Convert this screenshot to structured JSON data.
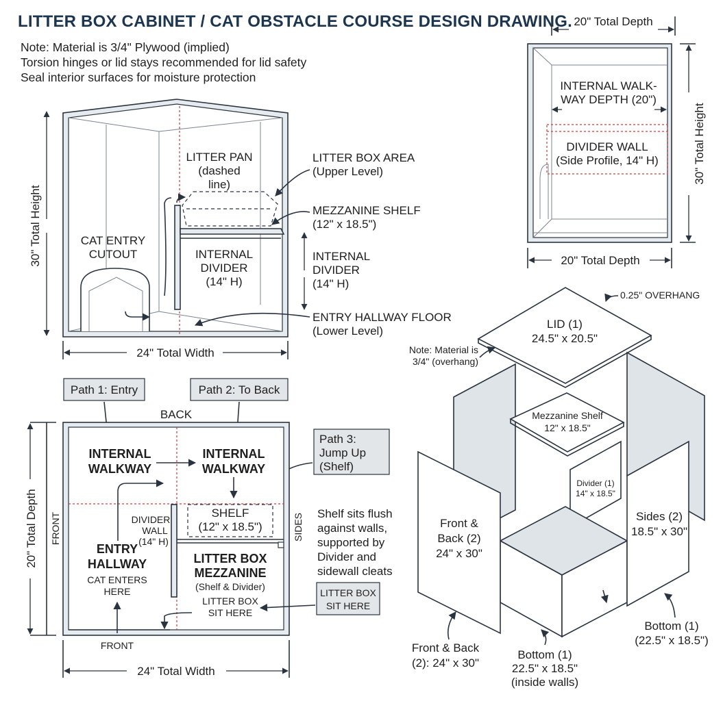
{
  "title": "LITTER BOX CABINET / CAT OBSTACLE COURSE DESIGN DRAWING.",
  "notes": [
    "Note: Material is 3/4\" Plywood (implied)",
    "Torsion hinges or lid stays recommended for lid safety",
    "Seal interior surfaces for moisture protection"
  ],
  "front_view": {
    "height_dim": "30\" Total Height",
    "width_dim": "24\" Total Width",
    "cat_entry_1": "CAT ENTRY",
    "cat_entry_2": "CUTOUT",
    "litter_pan_1": "LITTER PAN",
    "litter_pan_2": "(dashed",
    "litter_pan_3": "line)",
    "internal_divider_1": "INTERNAL",
    "internal_divider_2": "DIVIDER",
    "internal_divider_3": "(14\" H)",
    "callout_litter_area_1": "LITTER BOX AREA",
    "callout_litter_area_2": "(Upper Level)",
    "callout_mezz_1": "MEZZANINE SHELF",
    "callout_mezz_2": "(12\" x 18.5\")",
    "callout_divider_1": "INTERNAL",
    "callout_divider_2": "DIVIDER",
    "callout_divider_3": "(14\" H)",
    "callout_floor_1": "ENTRY HALLWAY FLOOR",
    "callout_floor_2": "(Lower Level)"
  },
  "side_view": {
    "depth_top": "20\" Total Depth",
    "depth_bottom": "20\" Total Depth",
    "height_dim": "30\" Total Height",
    "walkway_1": "INTERNAL WALK-",
    "walkway_2": "WAY DEPTH (20\")",
    "divider_1": "DIVIDER WALL",
    "divider_2": "(Side Profile, 14\" H)"
  },
  "plan_view": {
    "path1": "Path 1: Entry",
    "path2": "Path 2: To Back",
    "path3_1": "Path 3:",
    "path3_2": "Jump Up",
    "path3_3": "(Shelf)",
    "back": "BACK",
    "front_side": "FRONT",
    "front_bottom": "FRONT",
    "sides": "SIDES",
    "depth_dim": "20\" Total Depth",
    "width_dim": "24\" Total Width",
    "walkway_a_1": "INTERNAL",
    "walkway_a_2": "WALKWAY",
    "walkway_b_1": "INTERNAL",
    "walkway_b_2": "WALKWAY",
    "shelf_1": "SHELF",
    "shelf_2": "(12\" x 18.5\")",
    "divider_1": "DIVIDER",
    "divider_2": "WALL",
    "divider_3": "(14\" H)",
    "entry_1": "ENTRY",
    "entry_2": "HALLWAY",
    "entry_3": "CAT ENTERS",
    "entry_4": "HERE",
    "mezz_1": "LITTER BOX",
    "mezz_2": "MEZZANINE",
    "mezz_3": "(Shelf & Divider)",
    "mezz_4": "LITTER BOX",
    "mezz_5": "SIT HERE",
    "shelf_note_1": "Shelf sits flush",
    "shelf_note_2": "against walls,",
    "shelf_note_3": "supported by",
    "shelf_note_4": "Divider and",
    "shelf_note_5": "sidewall cleats",
    "tag_litter_1": "LITTER BOX",
    "tag_litter_2": "SIT HERE"
  },
  "exploded_view": {
    "overhang": "0.25\" OVERHANG",
    "lid_1": "LID (1)",
    "lid_2": "24.5\" x 20.5\"",
    "material_1": "Note: Material is",
    "material_2": "3/4\" (overhang)",
    "mezz_1": "Mezzanine Shelf",
    "mezz_2": "12\" x 18.5\"",
    "divider_1": "Divider (1)",
    "divider_2": "14\" x 18.5\"",
    "front_back_1": "Front &",
    "front_back_2": "Back (2)",
    "front_back_3": "24\" x 30\"",
    "sides_1": "Sides (2)",
    "sides_2": "18.5\" x 30\"",
    "callout_fb_1": "Front & Back",
    "callout_fb_2": "(2): 24\" x 30\"",
    "callout_bottom_1": "Bottom (1)",
    "callout_bottom_2": "22.5\" x 18.5\"",
    "callout_bottom_3": "(inside walls)",
    "callout_bottom_r_1": "Bottom (1)",
    "callout_bottom_r_2": "(22.5\" x 18.5\")"
  }
}
